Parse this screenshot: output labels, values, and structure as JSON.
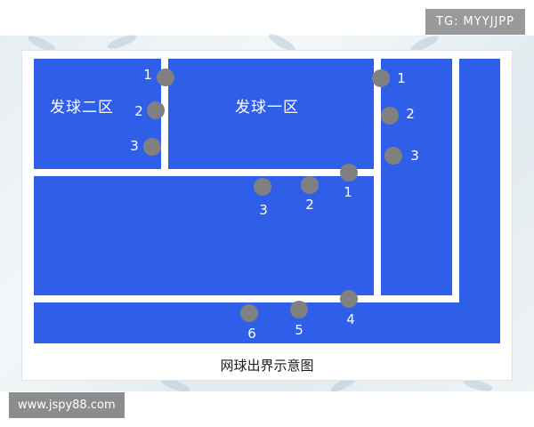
{
  "diagram": {
    "zone_labels": {
      "serve_zone_2": "发球二区",
      "serve_zone_1": "发球一区"
    },
    "markers": {
      "left_edge": [
        "1",
        "2",
        "3"
      ],
      "right_side": [
        "1",
        "2",
        "3"
      ],
      "center_line": [
        "3",
        "2",
        "1"
      ],
      "bottom_line": [
        "6",
        "5",
        "4"
      ]
    },
    "caption": "网球出界示意图",
    "colors": {
      "court": "#2f5fe8",
      "lines": "#ffffff",
      "marker": "#808080"
    }
  },
  "watermarks": {
    "top_right": "TG: MYYJJPP",
    "bottom_left": "www.jspy88.com"
  }
}
